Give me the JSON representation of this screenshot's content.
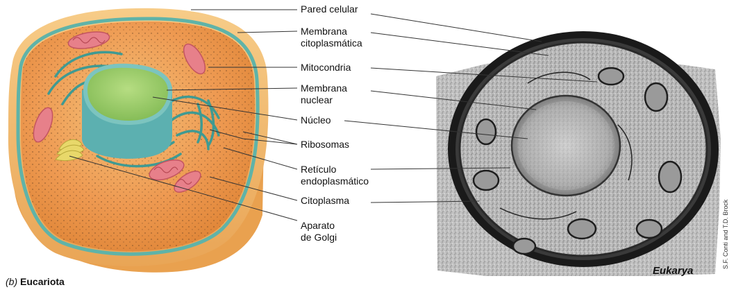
{
  "labels": {
    "pared_celular": "Pared celular",
    "membrana_citoplasmatica_1": "Membrana",
    "membrana_citoplasmatica_2": "citoplasmática",
    "mitocondria": "Mitocondria",
    "membrana_nuclear_1": "Membrana",
    "membrana_nuclear_2": "nuclear",
    "nucleo": "Núcleo",
    "ribosomas": "Ribosomas",
    "reticulo_1": "Retículo",
    "reticulo_2": "endoplasmático",
    "citoplasma": "Citoplasma",
    "golgi_1": "Aparato",
    "golgi_2": "de Golgi"
  },
  "caption": {
    "letter": "(b)",
    "word": "Eucariota"
  },
  "micrograph_label": "Eukarya",
  "credit": "S.F. Conti and T.D. Brock",
  "colors": {
    "cytoplasm": "#ee9a52",
    "cell_wall": "#f2b86a",
    "membrane": "#5fb3a8",
    "nucleus": "#9ccb6a",
    "nucleus_rim": "#5cb0b0",
    "mitochondria": "#e7808a",
    "er": "#3f9a92",
    "golgi": "#e0d060"
  }
}
